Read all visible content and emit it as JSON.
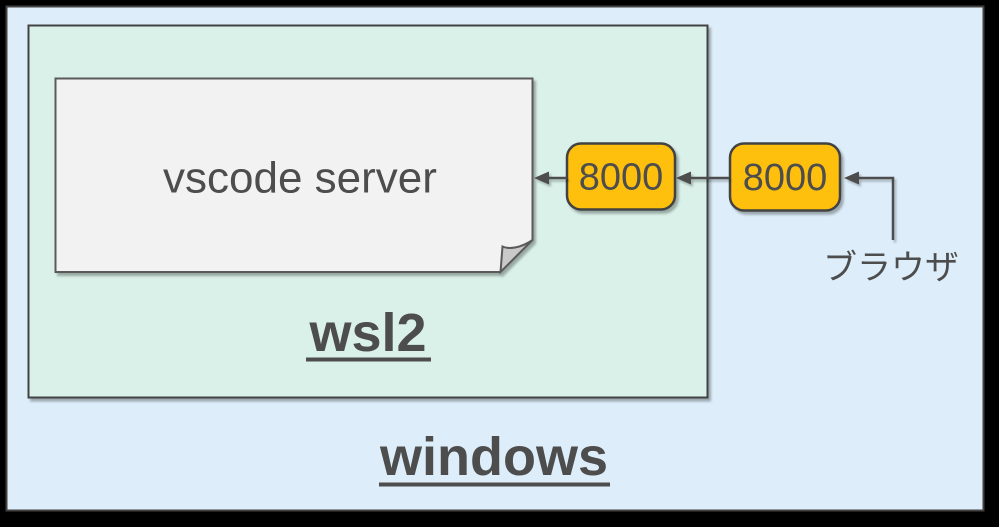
{
  "colors": {
    "frame_background": "#000000",
    "windows_fill": "#ddeefa",
    "wsl2_fill": "#d9f1e8",
    "note_fill": "#f2f2f2",
    "note_fold_fill": "#c9c9c9",
    "port_fill": "#ffc008",
    "shape_stroke": "#424242",
    "text_color": "#4d4d4d"
  },
  "diagram": {
    "windows_box": {
      "label": "windows"
    },
    "wsl2_box": {
      "label": "wsl2"
    },
    "vscode_note": {
      "label": "vscode server"
    },
    "ports": [
      {
        "label": "8000",
        "location": "wsl2"
      },
      {
        "label": "8000",
        "location": "windows"
      }
    ],
    "browser": {
      "label": "ブラウザ"
    },
    "flow": [
      {
        "from": "browser",
        "to": "port 8000 (windows)"
      },
      {
        "from": "port 8000 (windows)",
        "to": "port 8000 (wsl2)"
      },
      {
        "from": "port 8000 (wsl2)",
        "to": "vscode server"
      }
    ]
  }
}
